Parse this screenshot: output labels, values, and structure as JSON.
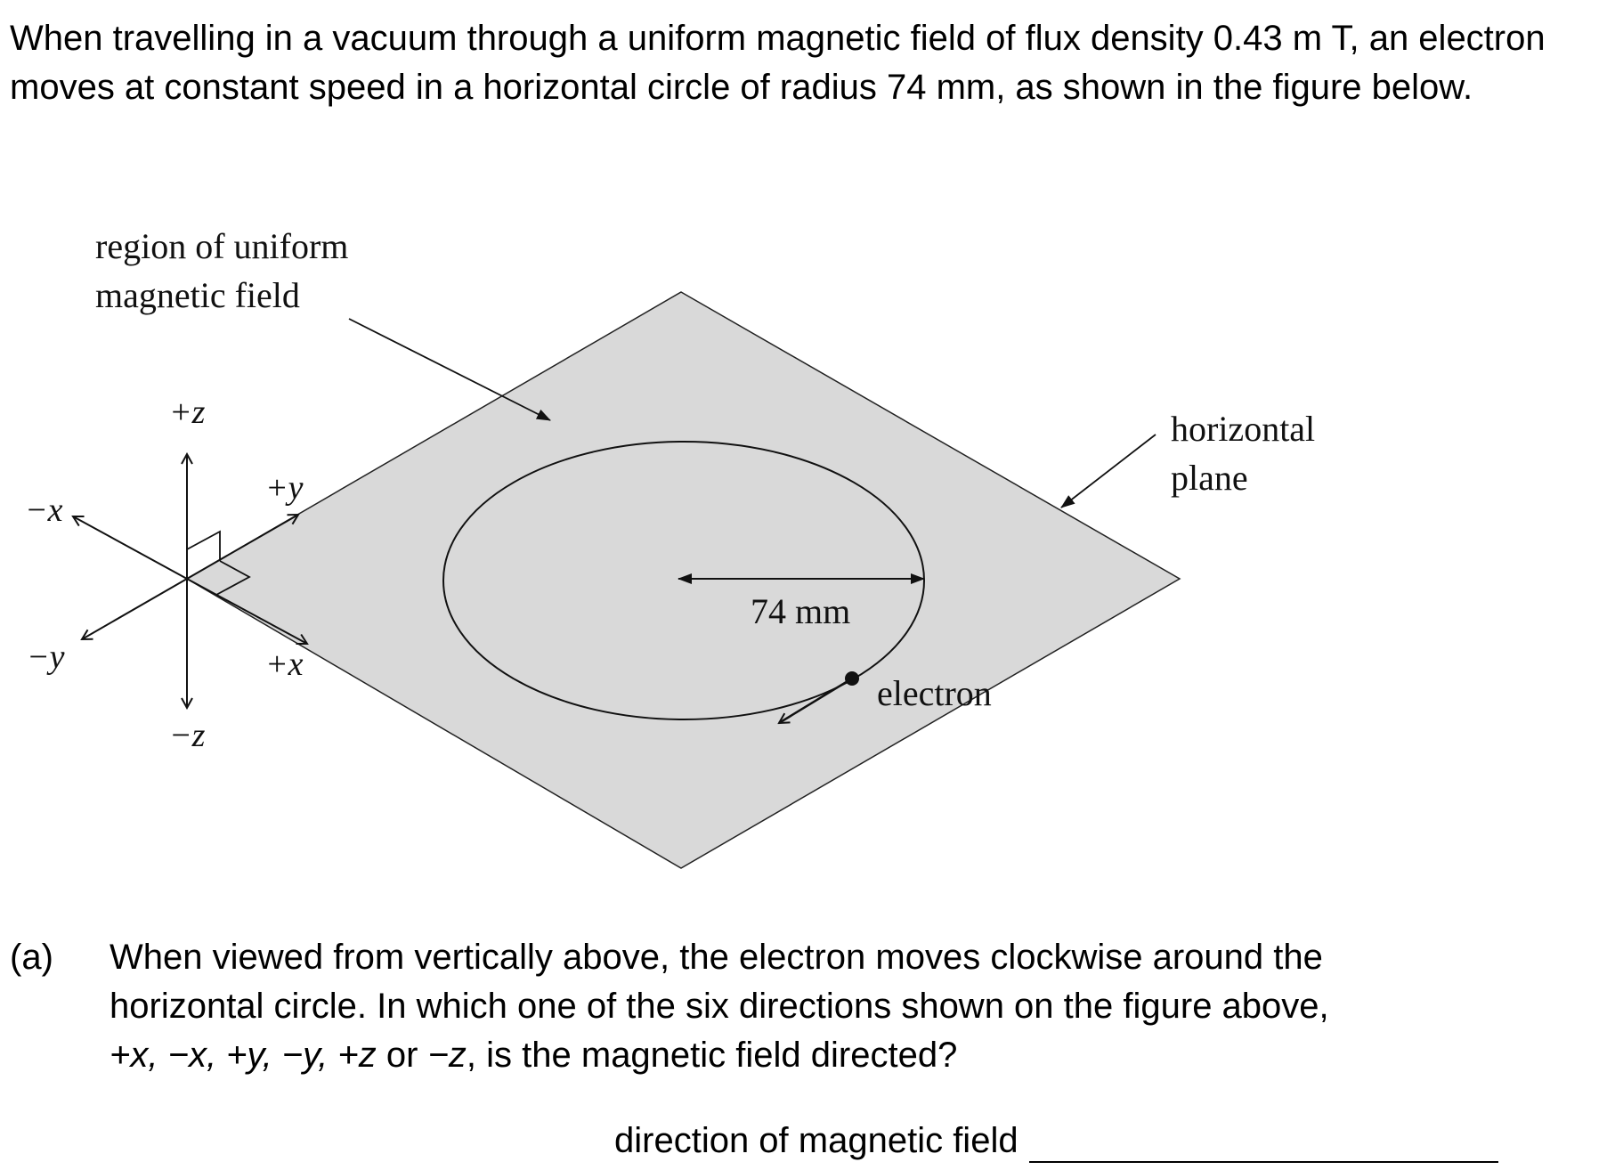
{
  "intro_text": "When travelling in a vacuum through a uniform magnetic field of flux density 0.43 m T, an electron moves at constant speed in a horizontal circle of radius 74 mm, as shown in the figure below.",
  "figure": {
    "region_label_line1": "region of uniform",
    "region_label_line2": "magnetic field",
    "plane_label_line1": "horizontal",
    "plane_label_line2": "plane",
    "radius_label": "74 mm",
    "electron_label": "electron",
    "axis_pos_z": "+z",
    "axis_neg_z": "−z",
    "axis_pos_y": "+y",
    "axis_neg_y": "−y",
    "axis_pos_x": "+x",
    "axis_neg_x": "−x"
  },
  "question": {
    "part_label": "(a)",
    "text_line1": "When viewed from vertically above, the electron moves clockwise around the",
    "text_line2": "horizontal circle. In which one of the six directions shown on the figure above,",
    "text_line3_a": "+x, −x, +y, −y, +z",
    "text_line3_or": " or ",
    "text_line3_b": "−z",
    "text_line3_c": ", is the magnetic field directed?",
    "answer_label": "direction of magnetic field"
  }
}
